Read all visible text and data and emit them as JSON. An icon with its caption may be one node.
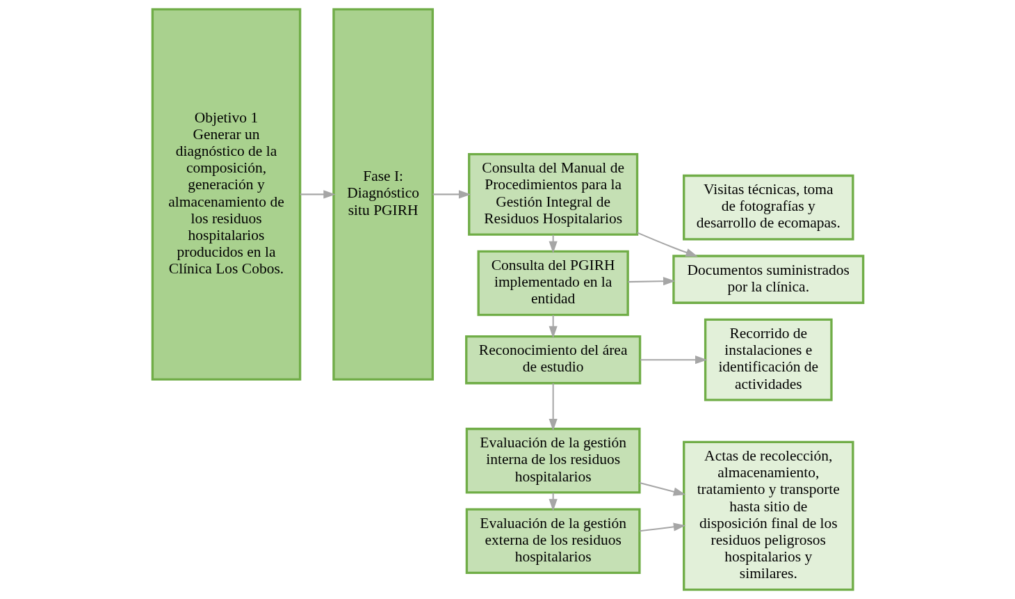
{
  "diagram": {
    "nodes": [
      {
        "text": [
          "Objetivo 1",
          "Generar un diagnóstico de la composición, generación y almacenamiento de los residuos hospitalarios producidos en la Clínica Los Cobos."
        ]
      },
      {
        "text": [
          "Fase I: Diagnóstico situ PGIRH"
        ]
      },
      {
        "text": [
          "Consulta del Manual de Procedimientos para la Gestión Integral de Residuos Hospitalarios"
        ]
      },
      {
        "text": [
          "Consulta del PGIRH implementado en la entidad"
        ]
      },
      {
        "text": [
          "Reconocimiento del área de estudio"
        ]
      },
      {
        "text": [
          "Evaluación de la gestión interna de los residuos hospitalarios"
        ]
      },
      {
        "text": [
          "Evaluación de la gestión externa de los residuos hospitalarios"
        ]
      },
      {
        "text": [
          "Documentos suministrados por la clínica."
        ]
      },
      {
        "text": [
          "Visitas técnicas, toma de fotografías y desarrollo de ecomapas."
        ]
      },
      {
        "text": [
          "Recorrido de instalaciones e identificación de actividades"
        ]
      },
      {
        "text": [
          "Actas de recolección, almacenamiento, tratamiento y transporte hasta sitio de disposición final de los residuos peligrosos hospitalarios y similares."
        ]
      }
    ],
    "edges": [
      {
        "from": 0,
        "to": 1,
        "arrow": "to"
      },
      {
        "from": 1,
        "to": 2,
        "arrow": "to"
      },
      {
        "from": 2,
        "to": 3,
        "arrow": "to"
      },
      {
        "from": 3,
        "to": 4,
        "arrow": "to"
      },
      {
        "from": 4,
        "to": 5,
        "arrow": "to"
      },
      {
        "from": 5,
        "to": 6,
        "arrow": "to"
      },
      {
        "from": 2,
        "to": 7,
        "arrow": "to"
      },
      {
        "from": 3,
        "to": 7,
        "arrow": "to"
      },
      {
        "from": 4,
        "to": 9,
        "arrow": "to"
      },
      {
        "from": 5,
        "to": 10,
        "arrow": "to"
      },
      {
        "from": 6,
        "to": 10,
        "arrow": "to"
      }
    ]
  }
}
